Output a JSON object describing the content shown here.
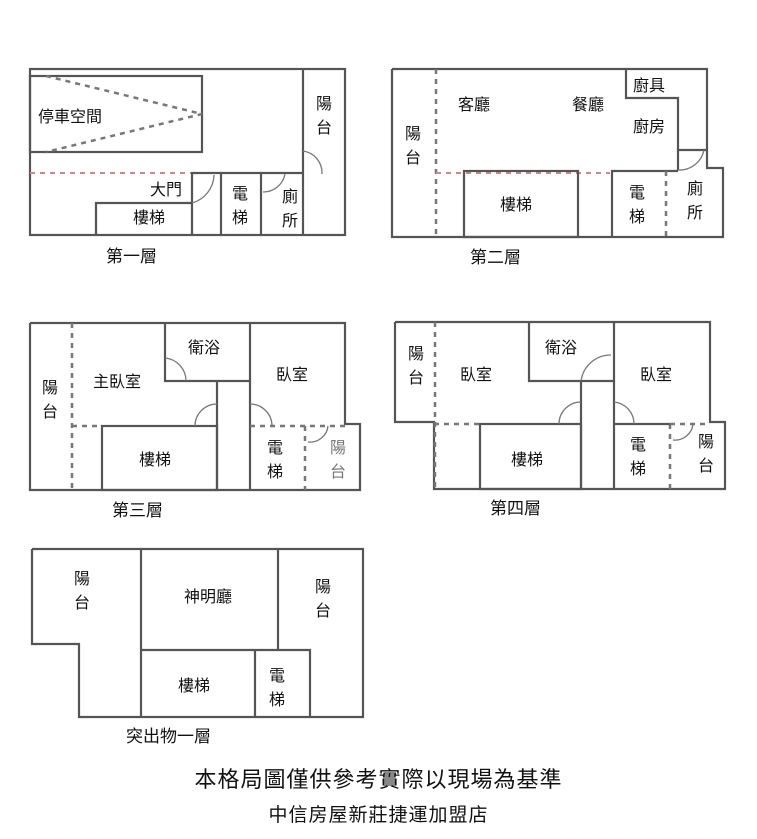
{
  "floors": [
    {
      "caption": "第一層",
      "rooms": {
        "parking": "停車空間",
        "balcony": "陽台",
        "main_door": "大門",
        "stairs": "樓梯",
        "elevator": "電梯",
        "toilet": "廁所"
      }
    },
    {
      "caption": "第二層",
      "rooms": {
        "balcony": "陽台",
        "living": "客廳",
        "dining": "餐廳",
        "kitchen_equip": "廚具",
        "kitchen": "廚房",
        "stairs": "樓梯",
        "elevator": "電梯",
        "toilet": "廁所"
      }
    },
    {
      "caption": "第三層",
      "rooms": {
        "balcony_left": "陽台",
        "master_bedroom": "主臥室",
        "bathroom": "衛浴",
        "bedroom": "臥室",
        "stairs": "樓梯",
        "elevator": "電梯",
        "balcony_right": "陽台"
      }
    },
    {
      "caption": "第四層",
      "rooms": {
        "balcony_left": "陽台",
        "bedroom_left": "臥室",
        "bathroom": "衛浴",
        "bedroom_right": "臥室",
        "stairs": "樓梯",
        "elevator": "電梯",
        "balcony_right": "陽台"
      }
    },
    {
      "caption": "突出物一層",
      "rooms": {
        "balcony_left": "陽台",
        "shrine_hall": "神明廳",
        "balcony_right": "陽台",
        "stairs": "樓梯",
        "elevator": "電梯"
      }
    }
  ],
  "footer": {
    "disclaimer": "本格局圖僅供參考實際以現場為基準",
    "agency": "中信房屋新莊捷運加盟店"
  }
}
